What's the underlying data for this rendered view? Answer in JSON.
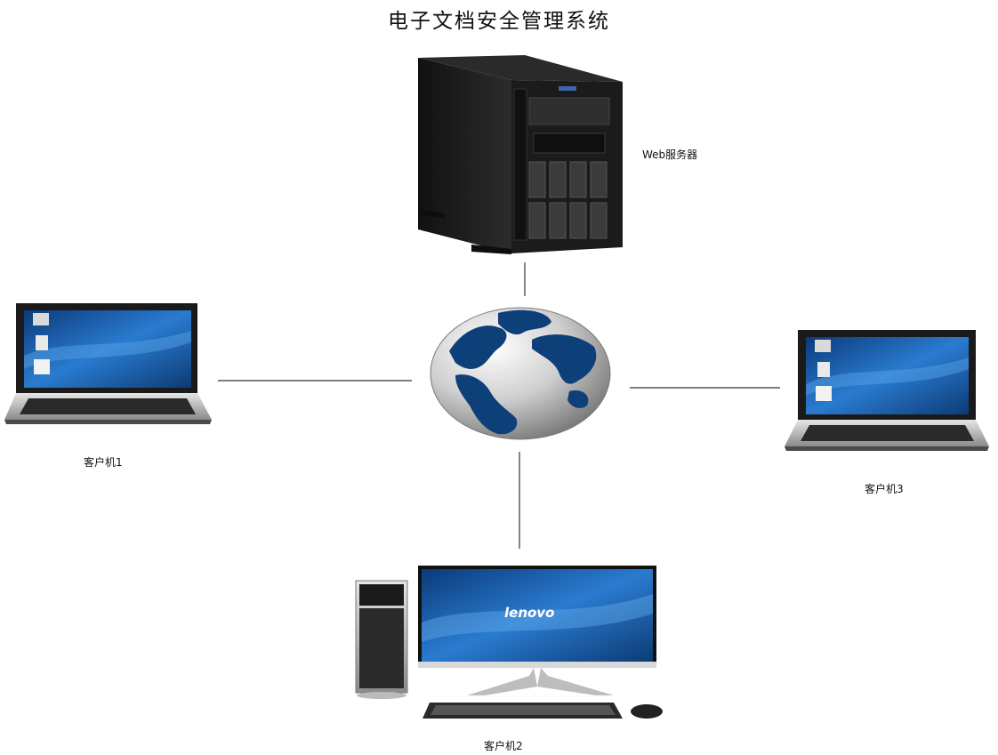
{
  "title": "电子文档安全管理系统",
  "nodes": {
    "server": {
      "label": "Web服务器"
    },
    "client1": {
      "label": "客户机1"
    },
    "client2": {
      "label": "客户机2",
      "brand": "lenovo"
    },
    "client3": {
      "label": "客户机3"
    }
  },
  "colors": {
    "screen": "#1f5fa8",
    "globe_land": "#0d3f78",
    "chassis": "#1b1b1b",
    "line": "#333333"
  },
  "icons": [
    "server-tower-icon",
    "globe-icon",
    "laptop-icon",
    "desktop-computer-icon"
  ]
}
